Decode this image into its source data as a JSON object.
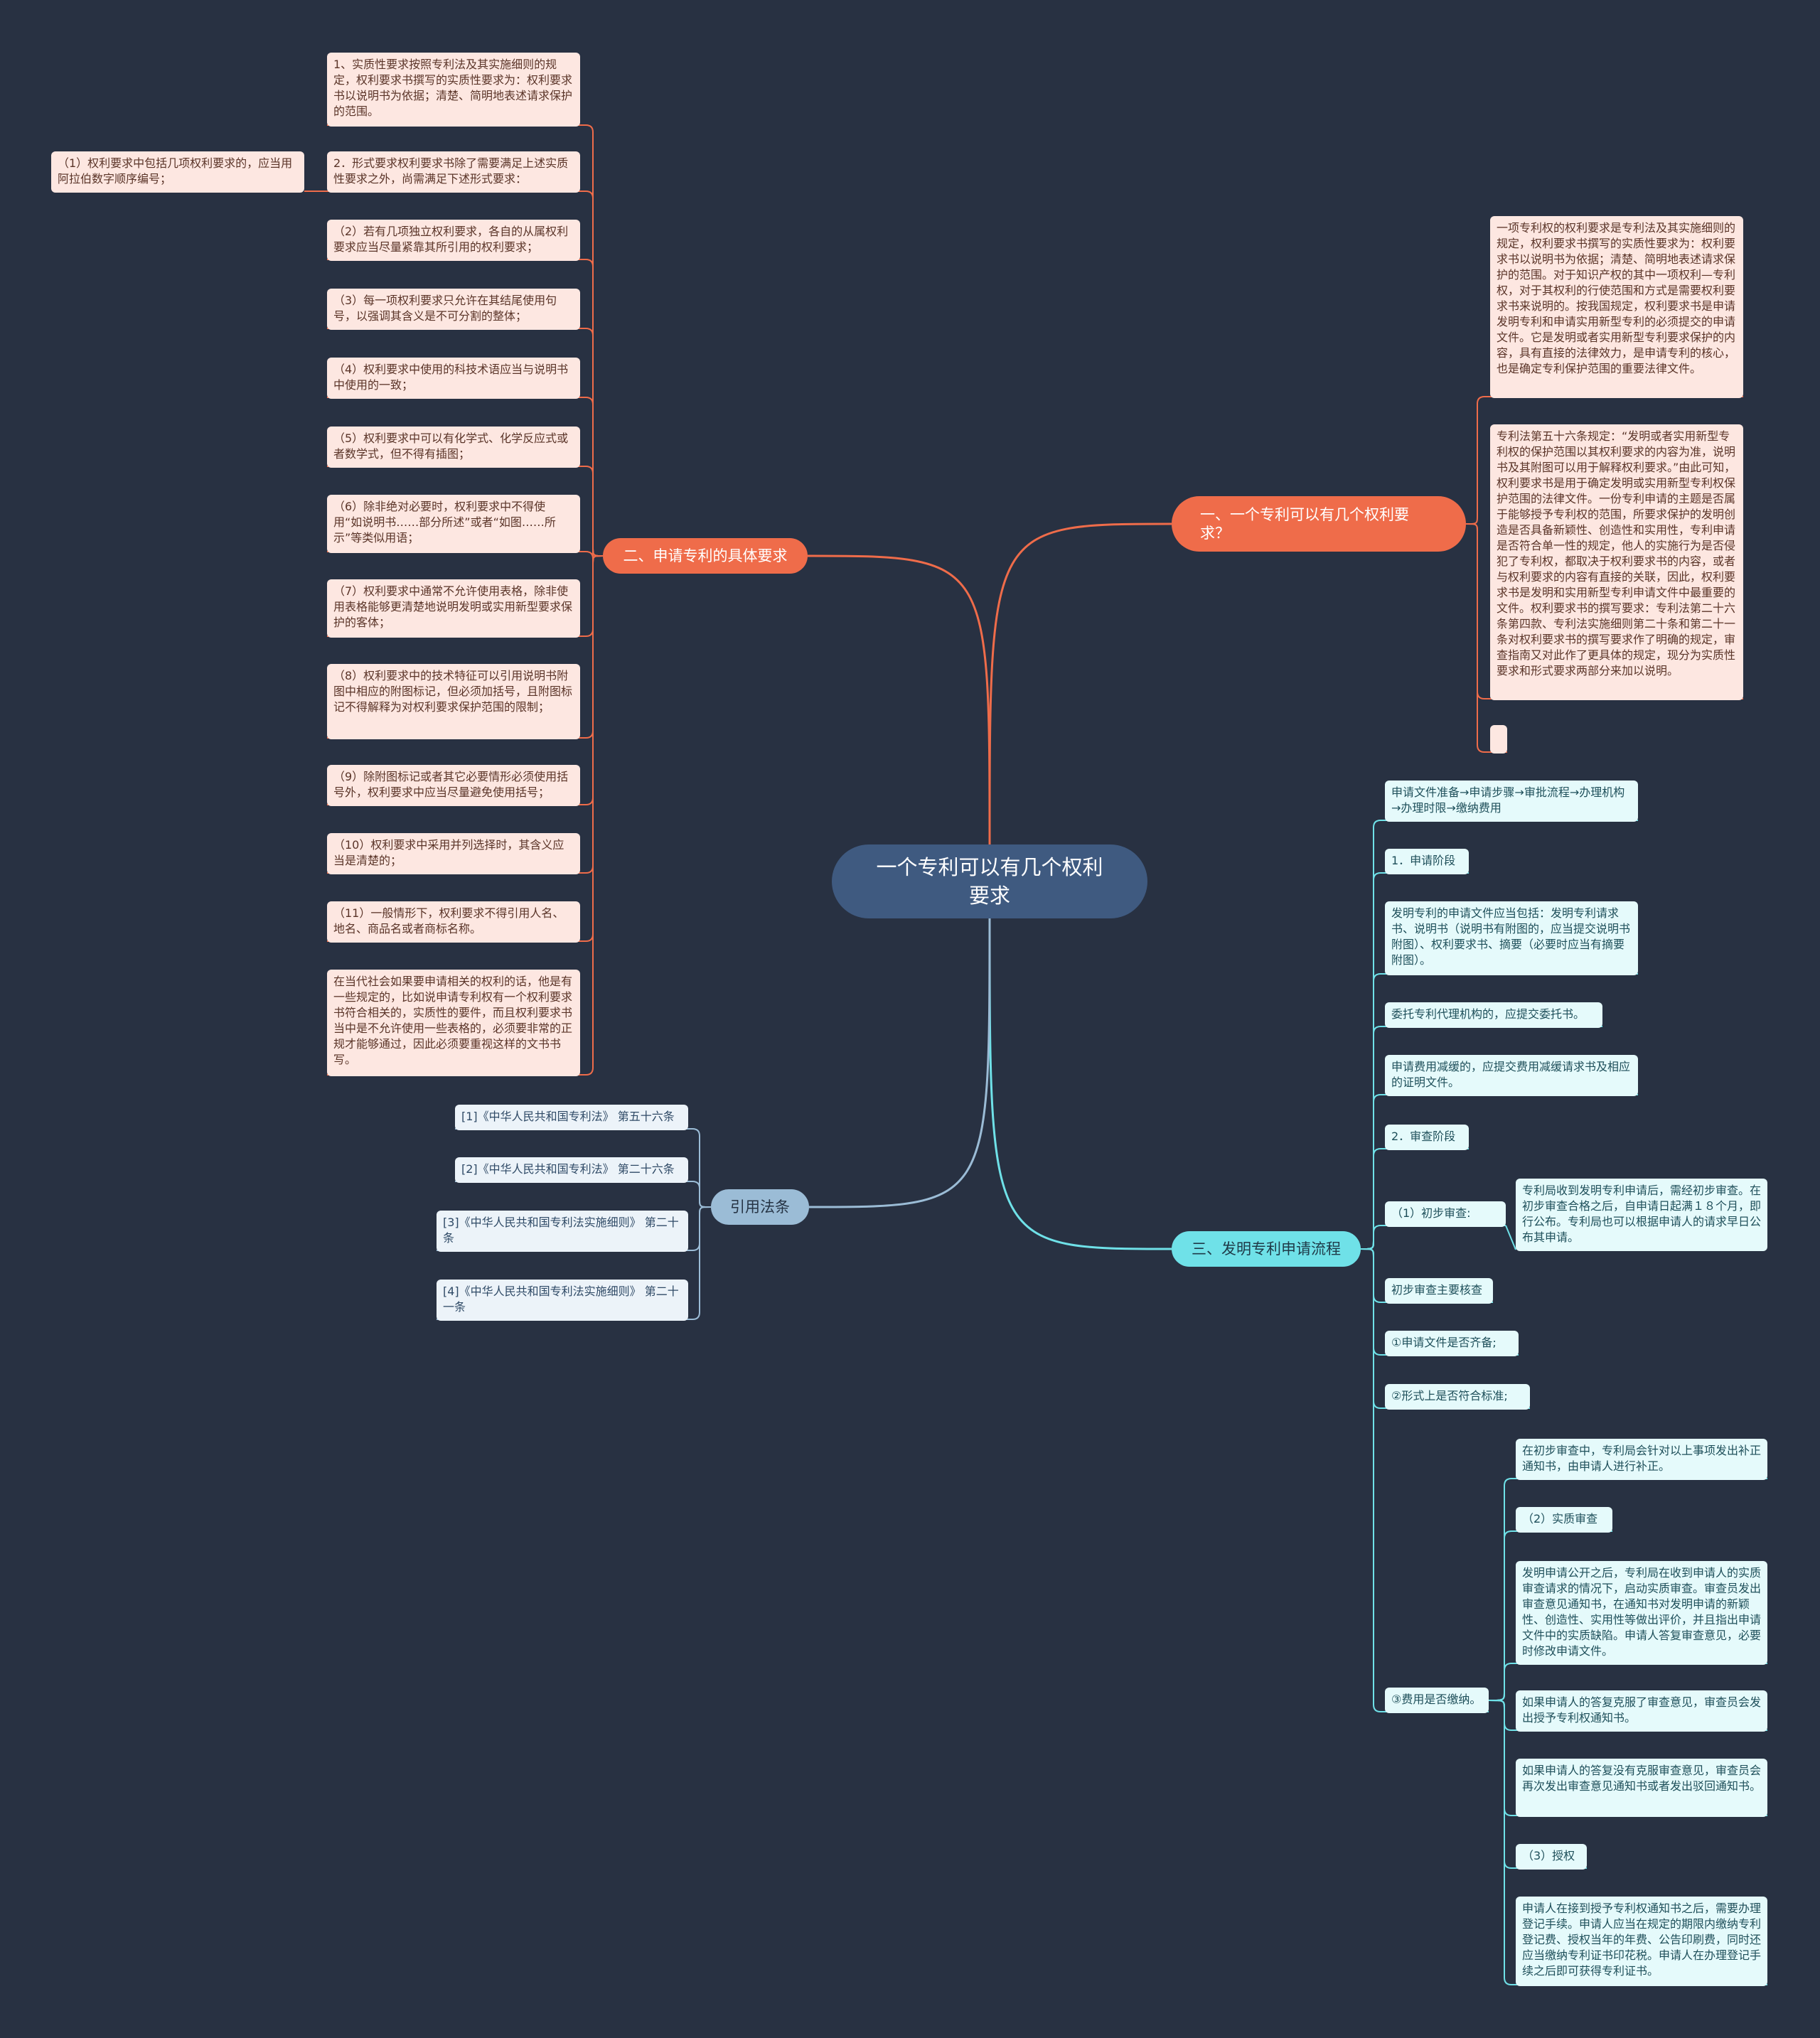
{
  "central": "一个专利可以有几个权利要求",
  "branches": {
    "b1": "一、一个专利可以有几个权利要求？",
    "b2": "二、申请专利的具体要求",
    "b3": "三、发明专利申请流程",
    "b4": "引用法条"
  },
  "b1_leaves": [
    "一项专利权的权利要求是专利法及其实施细则的规定，权利要求书撰写的实质性要求为：权利要求书以说明书为依据；清楚、简明地表述请求保护的范围。对于知识产权的其中一项权利—专利权，对于其权利的行使范围和方式是需要权利要求书来说明的。按我国规定，权利要求书是申请发明专利和申请实用新型专利的必须提交的申请文件。它是发明或者实用新型专利要求保护的内容，具有直接的法律效力，是申请专利的核心，也是确定专利保护范围的重要法律文件。",
    "专利法第五十六条规定：“发明或者实用新型专利权的保护范围以其权利要求的内容为准，说明书及其附图可以用于解释权利要求。”由此可知，权利要求书是用于确定发明或实用新型专利权保护范围的法律文件。一份专利申请的主题是否属于能够授予专利权的范围，所要求保护的发明创造是否具备新颖性、创造性和实用性，专利申请是否符合单一性的规定，他人的实施行为是否侵犯了专利权，都取决于权利要求书的内容，或者与权利要求的内容有直接的关联，因此，权利要求书是发明和实用新型专利申请文件中最重要的文件。权利要求书的撰写要求：专利法第二十六条第四款、专利法实施细则第二十条和第二十一条对权利要求书的撰写要求作了明确的规定，审查指南又对此作了更具体的规定，现分为实质性要求和形式要求两部分来加以说明。",
    ""
  ],
  "b2_leaves": [
    "1、实质性要求按照专利法及其实施细则的规定，权利要求书撰写的实质性要求为：权利要求书以说明书为依据；清楚、简明地表述请求保护的范围。",
    "2．形式要求权利要求书除了需要满足上述实质性要求之外，尚需满足下述形式要求：",
    "（2）若有几项独立权利要求，各自的从属权利要求应当尽量紧靠其所引用的权利要求；",
    "（3）每一项权利要求只允许在其结尾使用句号，以强调其含义是不可分割的整体；",
    "（4）权利要求中使用的科技术语应当与说明书中使用的一致；",
    "（5）权利要求中可以有化学式、化学反应式或者数学式，但不得有插图；",
    "（6）除非绝对必要时，权利要求中不得使用“如说明书……部分所述”或者“如图……所示”等类似用语；",
    "（7）权利要求中通常不允许使用表格，除非使用表格能够更清楚地说明发明或实用新型要求保护的客体；",
    "（8）权利要求中的技术特征可以引用说明书附图中相应的附图标记，但必须加括号，且附图标记不得解释为对权利要求保护范围的限制；",
    "（9）除附图标记或者其它必要情形必须使用括号外，权利要求中应当尽量避免使用括号；",
    "（10）权利要求中采用并列选择时，其含义应当是清楚的；",
    "（11）一般情形下，权利要求不得引用人名、地名、商品名或者商标名称。",
    "在当代社会如果要申请相关的权利的话，他是有一些规定的，比如说申请专利权有一个权利要求书符合相关的，实质性的要件，而且权利要求书当中是不允许使用一些表格的，必须要非常的正规才能够通过，因此必须要重视这样的文书书写。"
  ],
  "b2_sub": "（1）权利要求中包括几项权利要求的，应当用阿拉伯数字顺序编号；",
  "b3_leaves": [
    "申请文件准备→申请步骤→审批流程→办理机构→办理时限→缴纳费用",
    "1．申请阶段",
    "发明专利的申请文件应当包括：发明专利请求书、说明书（说明书有附图的，应当提交说明书附图）、权利要求书、摘要（必要时应当有摘要附图）。",
    "委托专利代理机构的，应提交委托书。",
    "申请费用减缓的，应提交费用减缓请求书及相应的证明文件。",
    "2．审查阶段",
    "（1）初步审查:",
    "初步审查主要核查",
    "①申请文件是否齐备;",
    "②形式上是否符合标准;",
    "③费用是否缴纳。"
  ],
  "b3_sub1": "专利局收到发明专利申请后，需经初步审查。在初步审查合格之后，自申请日起满１８个月，即行公布。专利局也可以根据申请人的请求早日公布其申请。",
  "b3_sub2": [
    "在初步审查中，专利局会针对以上事项发出补正通知书，由申请人进行补正。",
    "（2）实质审查",
    "发明申请公开之后，专利局在收到申请人的实质审查请求的情况下，启动实质审查。审查员发出审查意见通知书，在通知书对发明申请的新颖性、创造性、实用性等做出评价，并且指出申请文件中的实质缺陷。申请人答复审查意见，必要时修改申请文件。",
    "如果申请人的答复克服了审查意见，审查员会发出授予专利权通知书。",
    "如果申请人的答复没有克服审查意见，审查员会再次发出审查意见通知书或者发出驳回通知书。",
    "（3）授权",
    "申请人在接到授予专利权通知书之后，需要办理登记手续。申请人应当在规定的期限内缴纳专利登记费、授权当年的年费、公告印刷费，同时还应当缴纳专利证书印花税。申请人在办理登记手续之后即可获得专利证书。"
  ],
  "b4_leaves": [
    "[1]《中华人民共和国专利法》 第五十六条",
    "[2]《中华人民共和国专利法》 第二十六条",
    "[3]《中华人民共和国专利法实施细则》 第二十条",
    "[4]《中华人民共和国专利法实施细则》 第二十一条"
  ],
  "colors": {
    "background": "#283142",
    "central": "#3f5a80",
    "orange": "#ef6c4a",
    "steel": "#9bbcd6",
    "cyan": "#6fe1e8"
  }
}
